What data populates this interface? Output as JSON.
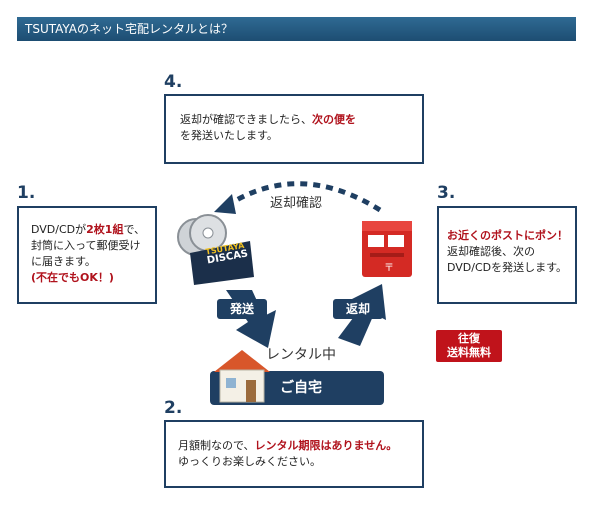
{
  "header": {
    "title": "TSUTAYAのネット宅配レンタルとは？"
  },
  "steps": {
    "s1": {
      "num": "1.",
      "t1": "DVD/CDが",
      "t2": "2枚1組",
      "t3": "で、",
      "t4": "封筒に入って郵便受け",
      "t5": "に届きます。",
      "t6": "(不在でもOK！)"
    },
    "s2": {
      "num": "2.",
      "t1": "月額制なので、",
      "t2": "レンタル期限はありません。",
      "t3": "ゆっくりお楽しみください。"
    },
    "s3": {
      "num": "3.",
      "t1": "お近くのポストにポン！",
      "t2": "返却確認後、次の",
      "t3": "DVD/CDを発送します。"
    },
    "s4": {
      "num": "4.",
      "t1": "返却が確認できましたら、",
      "t2": "次の便を",
      "t3": "を発送いたします。"
    }
  },
  "diagram": {
    "return_confirm": "返却確認",
    "send": "発送",
    "return": "返却",
    "renting": "レンタル中",
    "home": "ご自宅",
    "discas_logo_top": "TSUTAYA",
    "discas_logo_bottom": "DISCAS",
    "badge_line1": "往復",
    "badge_line2": "送料無料"
  },
  "colors": {
    "navy": "#1f3f62",
    "accent_red": "#b0121c",
    "postbox_red": "#d42a24",
    "header_blue": "#2a628b"
  }
}
